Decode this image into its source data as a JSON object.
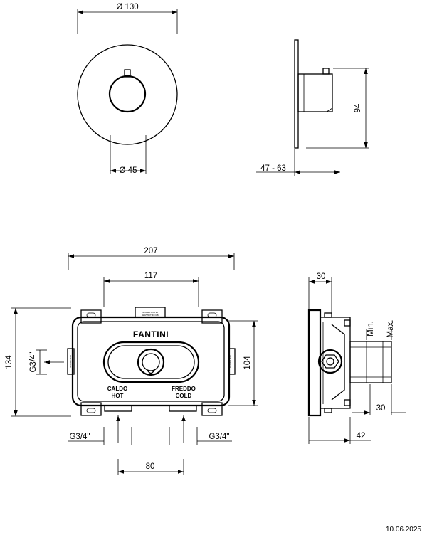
{
  "top_view": {
    "outer_diameter": "Ø 130",
    "knob_diameter": "Ø 45"
  },
  "side_view": {
    "height": "94",
    "depth": "47 - 63"
  },
  "front_box": {
    "total_width": "207",
    "inner_width": "117",
    "total_height": "134",
    "inner_height": "104",
    "inlet_spacing": "80",
    "left_port": "G3/4\"",
    "inlet_left": "G3/4\"",
    "inlet_right": "G3/4\"",
    "brand": "FANTINI",
    "hot_label_it": "CALDO",
    "hot_label_en": "HOT",
    "cold_label_it": "FREDDO",
    "cold_label_en": "COLD",
    "tiny_text_top_1": "NORMA JDN 95",
    "tiny_text_top_2": "SERVIFITMO RB",
    "tiny_text_left": "NORMA JDN",
    "tiny_text_right": "NORMA JDN"
  },
  "side_box": {
    "top_width": "30",
    "min_label": "Min.",
    "max_label": "Max.",
    "extension": "30",
    "depth": "42"
  },
  "footer": {
    "date": "10.06.2025"
  }
}
